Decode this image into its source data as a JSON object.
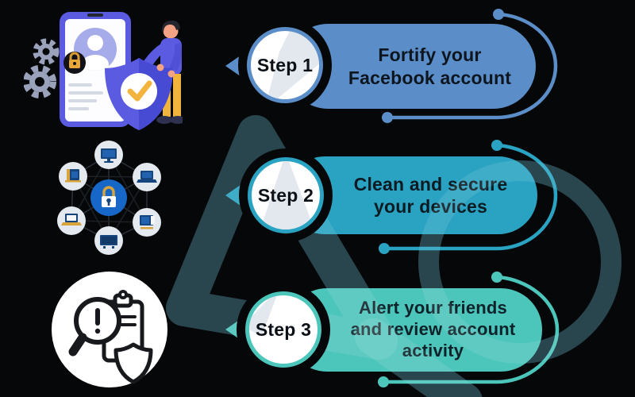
{
  "background": {
    "color": "#060709",
    "watermark_color": "#11313a",
    "watermark_shape": "rounded-triangle-logo-with-circle"
  },
  "steps": [
    {
      "label": "Step 1",
      "title": "Fortify your Facebook account",
      "lines": [
        "Fortify your",
        "Facebook account"
      ],
      "color": "#5b8ec8",
      "text_color": "#0d161f"
    },
    {
      "label": "Step 2",
      "title": "Clean and secure your devices",
      "lines": [
        "Clean and secure",
        "your devices"
      ],
      "color": "#2aa3c2",
      "text_color": "#0c1a22"
    },
    {
      "label": "Step 3",
      "title": "Alert your friends and review account activity",
      "lines": [
        "Alert your friends",
        "and review account",
        "activity"
      ],
      "color": "#4cc5bb",
      "text_color": "#0e2229"
    }
  ],
  "illustrations": {
    "security": {
      "name": "account-security-illustration",
      "icons": [
        "smartphone-icon",
        "user-avatar-icon",
        "padlock-badge-icon",
        "shield-check-icon",
        "gear-icon",
        "person-figure"
      ],
      "palette": {
        "indigo": "#5a5be0",
        "indigo_dark": "#474ad2",
        "avatar": "#a6abe9",
        "gold": "#e8a838",
        "check_yellow": "#f2b43c",
        "gear_gray": "#99a1bb",
        "skin": "#f3a283",
        "pants_yellow": "#f0b43c"
      }
    },
    "network": {
      "name": "secured-devices-network-illustration",
      "icons": [
        "padlock-hub-icon",
        "monitor-icon",
        "laptop-icon",
        "notebook-icon",
        "tv-icon"
      ],
      "palette": {
        "hub_blue": "#1767c8",
        "node_gray": "#e4e8ef",
        "device_navy": "#16457e",
        "device_screen": "#2163ae",
        "gold": "#d9a33c",
        "link_gray": "#2c3139"
      }
    },
    "audit": {
      "name": "review-activity-illustration",
      "icons": [
        "magnifier-alert-icon",
        "clipboard-icon",
        "shield-outline-icon"
      ],
      "palette": {
        "circle": "#ffffff",
        "line": "#17191d"
      }
    }
  }
}
